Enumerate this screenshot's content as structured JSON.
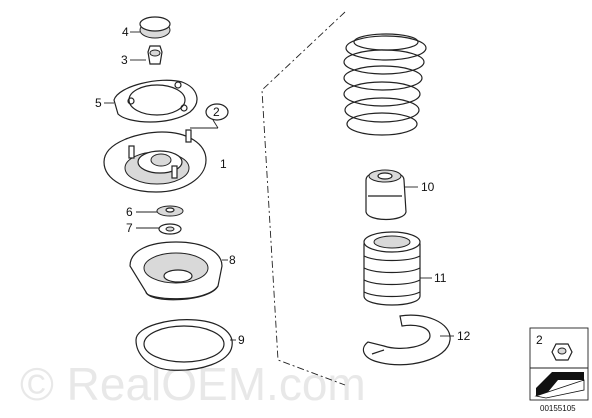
{
  "callouts": [
    {
      "id": "c1",
      "text": "1"
    },
    {
      "id": "c2",
      "text": "2"
    },
    {
      "id": "c3",
      "text": "3"
    },
    {
      "id": "c4",
      "text": "4"
    },
    {
      "id": "c5",
      "text": "5"
    },
    {
      "id": "c6",
      "text": "6"
    },
    {
      "id": "c7",
      "text": "7"
    },
    {
      "id": "c8",
      "text": "8"
    },
    {
      "id": "c9",
      "text": "9"
    },
    {
      "id": "c10",
      "text": "10"
    },
    {
      "id": "c11",
      "text": "11"
    },
    {
      "id": "c12",
      "text": "12"
    }
  ],
  "legend": {
    "item_number": "2"
  },
  "watermark": "© RealOEM.com",
  "diagram_id": "00155105"
}
